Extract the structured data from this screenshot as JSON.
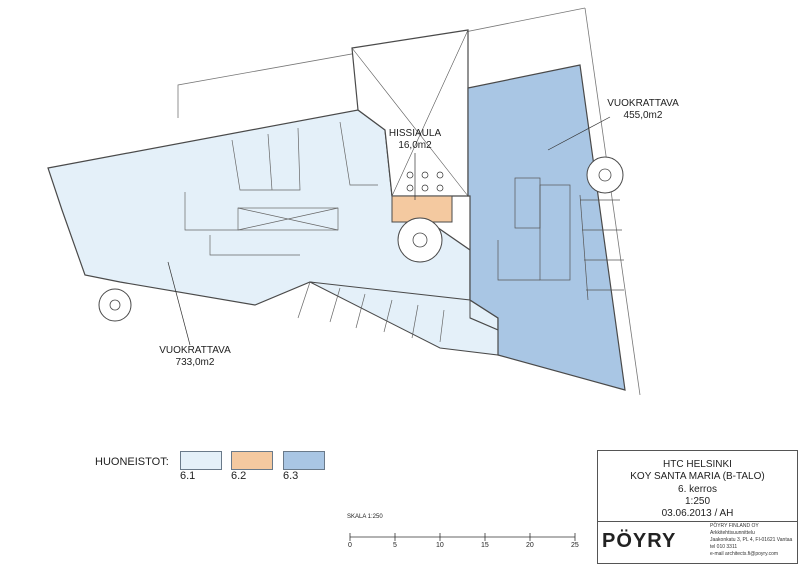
{
  "areas": [
    {
      "name": "VUOKRATTAVA",
      "area": "733,0m2"
    },
    {
      "name": "HISSIAULA",
      "area": "16,0m2"
    },
    {
      "name": "VUOKRATTAVA",
      "area": "455,0m2"
    }
  ],
  "legend": {
    "title": "HUONEISTOT:",
    "items": [
      {
        "code": "6.1",
        "color": "#e4f0f9"
      },
      {
        "code": "6.2",
        "color": "#f4c9a0"
      },
      {
        "code": "6.3",
        "color": "#a9c6e4"
      }
    ]
  },
  "title_block": {
    "project": "HTC HELSINKI",
    "building": "KOY SANTA MARIA (B-TALO)",
    "floor": "6. kerros",
    "scale": "1:250",
    "date": "03.06.2013 / AH",
    "logo": "PÖYRY",
    "company": "PÖYRY FINLAND OY",
    "company_unit": "Arkkitehtisuunnittelu",
    "address": "Jaakonkatu 3, PL 4, FI-01621 Vantaa",
    "phone": "tel 010 3311",
    "email": "e-mail architects.fi@poyry.com"
  },
  "scale_bar": {
    "label": "SKALA 1:250",
    "ticks": [
      "0",
      "5",
      "10",
      "15",
      "20",
      "25"
    ]
  },
  "colors": {
    "zone_61": "#e4f0f9",
    "zone_62": "#f4c9a0",
    "zone_63": "#a9c6e4",
    "walls": "#4a4a4a"
  }
}
